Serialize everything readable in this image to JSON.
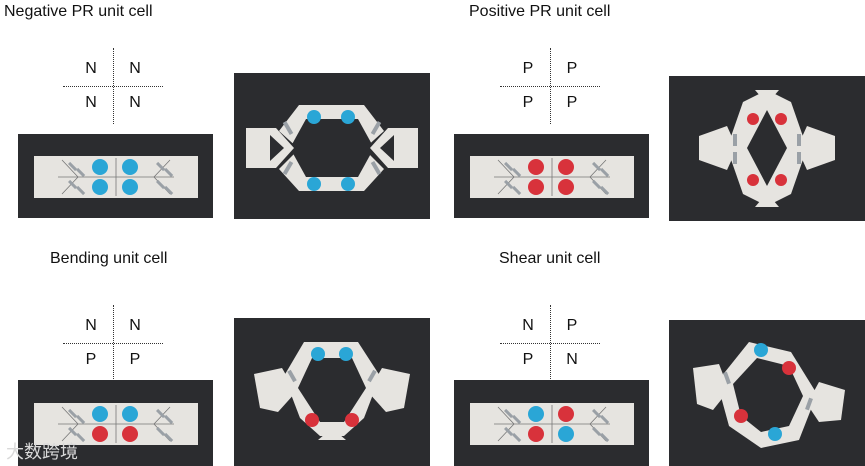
{
  "panels": [
    {
      "title": "Negative PR unit cell",
      "cells": [
        "N",
        "N",
        "N",
        "N"
      ]
    },
    {
      "title": "Positive PR unit cell",
      "cells": [
        "P",
        "P",
        "P",
        "P"
      ]
    },
    {
      "title": "Bending unit cell",
      "cells": [
        "N",
        "N",
        "P",
        "P"
      ]
    },
    {
      "title": "Shear unit cell",
      "cells": [
        "N",
        "P",
        "P",
        "N"
      ]
    }
  ],
  "watermark": "大数跨境",
  "colors": {
    "negative": "#2aa6d6",
    "positive": "#d8323b",
    "paper": "#e6e4e0",
    "background": "#2b2c2f"
  }
}
